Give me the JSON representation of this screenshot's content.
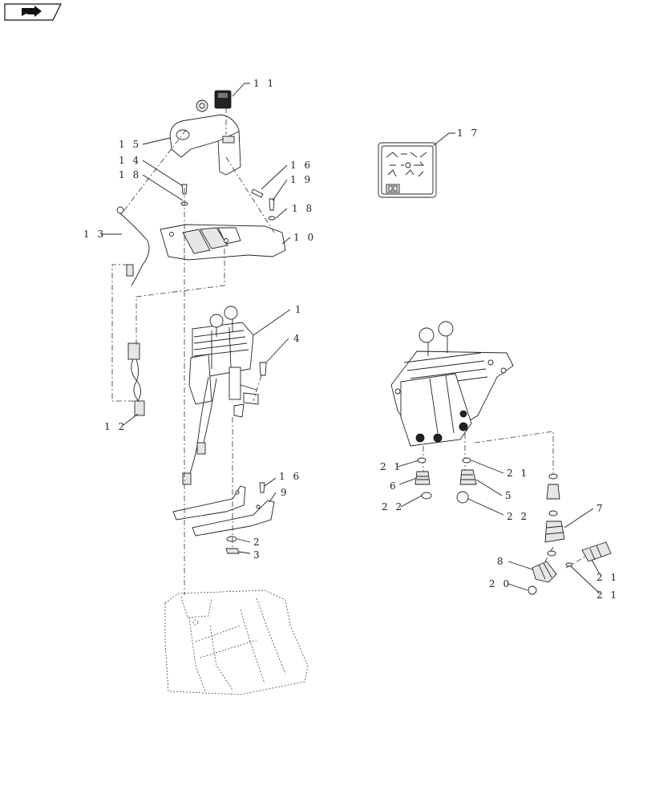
{
  "nav": {
    "icon": "next-page-arrow-icon"
  },
  "callouts": [
    {
      "id": "c11",
      "label": "1 1"
    },
    {
      "id": "c15",
      "label": "1 5"
    },
    {
      "id": "c14",
      "label": "1 4"
    },
    {
      "id": "c18a",
      "label": "1 8"
    },
    {
      "id": "c16a",
      "label": "1 6"
    },
    {
      "id": "c19",
      "label": "1 9"
    },
    {
      "id": "c18b",
      "label": "1 8"
    },
    {
      "id": "c10",
      "label": "1 0"
    },
    {
      "id": "c13",
      "label": "1 3"
    },
    {
      "id": "c17",
      "label": "1 7"
    },
    {
      "id": "c1",
      "label": "1"
    },
    {
      "id": "c4",
      "label": "4"
    },
    {
      "id": "c12",
      "label": "1 2"
    },
    {
      "id": "c16b",
      "label": "1 6"
    },
    {
      "id": "c9",
      "label": "9"
    },
    {
      "id": "c2",
      "label": "2"
    },
    {
      "id": "c3",
      "label": "3"
    },
    {
      "id": "c21a",
      "label": "2 1"
    },
    {
      "id": "c6",
      "label": "6"
    },
    {
      "id": "c22a",
      "label": "2 2"
    },
    {
      "id": "c21b",
      "label": "2 1"
    },
    {
      "id": "c5",
      "label": "5"
    },
    {
      "id": "c22b",
      "label": "2 2"
    },
    {
      "id": "c7",
      "label": "7"
    },
    {
      "id": "c8",
      "label": "8"
    },
    {
      "id": "c20",
      "label": "2 0"
    },
    {
      "id": "c21c",
      "label": "2 1"
    },
    {
      "id": "c21d",
      "label": "2 1"
    }
  ]
}
